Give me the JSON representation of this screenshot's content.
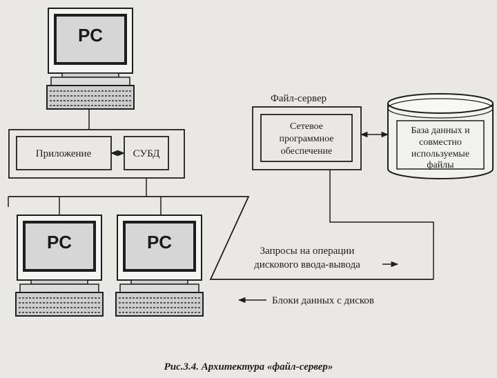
{
  "computers": [
    {
      "label": "PC"
    },
    {
      "label": "PC"
    },
    {
      "label": "PC"
    }
  ],
  "client": {
    "app_label": "Приложение",
    "dbms_label": "СУБД"
  },
  "server": {
    "title": "Файл-сервер",
    "software_lines": [
      "Сетевое",
      "программное",
      "обеспечение"
    ]
  },
  "database": {
    "lines": [
      "База данных и",
      "совместно",
      "используемые",
      "файлы"
    ]
  },
  "flows": {
    "request_lines": [
      "Запросы на операции",
      "дискового ввода-вывода"
    ],
    "response_label": "Блоки данных с дисков"
  },
  "caption": "Рис.3.4. Архитектура «файл-сервер»",
  "colors": {
    "ink": "#1e1e1e",
    "paper": "#e9e8e4",
    "screen": "#d6d6d6"
  }
}
